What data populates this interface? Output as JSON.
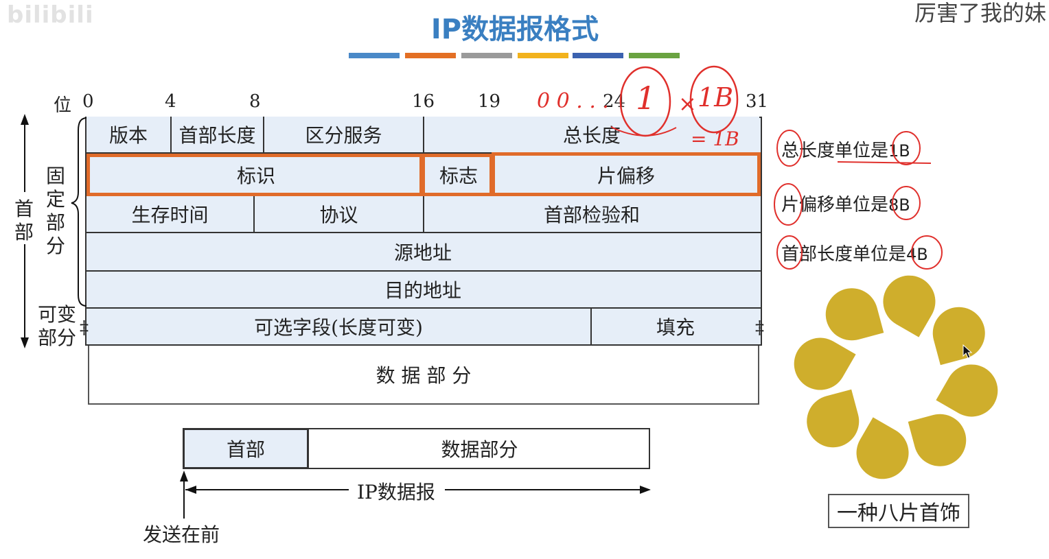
{
  "watermark": "bilibili",
  "corner_text": "厉害了我的妹",
  "title": "IP数据报格式",
  "colors": [
    "#4a89c8",
    "#e36f24",
    "#9a9a9a",
    "#f2b21c",
    "#3b62b0",
    "#6aa341"
  ],
  "bits": {
    "label": "位",
    "ticks": [
      "0",
      "4",
      "8",
      "16",
      "19",
      "24",
      "31"
    ]
  },
  "header_fields": {
    "row1": [
      "版本",
      "首部长度",
      "区分服务",
      "总长度"
    ],
    "row2": [
      "标识",
      "标志",
      "片偏移"
    ],
    "row3": [
      "生存时间",
      "协议",
      "首部检验和"
    ],
    "row4": "源地址",
    "row5": "目的地址",
    "row6": [
      "可选字段(长度可变)",
      "填充"
    ],
    "data": "数 据 部 分"
  },
  "side_labels": {
    "header": "首部",
    "fixed": "固定部分",
    "variable": "可变部分"
  },
  "annotations": {
    "zeros": "0 0 . . .",
    "circled_one": "1",
    "times": "×",
    "one_b": "1B",
    "equals": "= 1B"
  },
  "notes": [
    {
      "text": "总长度单位是",
      "unit": "1B"
    },
    {
      "text": "片偏移单位是",
      "unit": "8B"
    },
    {
      "text": "首部长度单位是",
      "unit": "4B"
    }
  ],
  "datagram": {
    "header": "首部",
    "data": "数据部分",
    "label": "IP数据报",
    "send_first": "发送在前"
  },
  "ornament_label": "一种八片首饰",
  "ornament_color": "#cfae2c",
  "highlight_color": "#e06b2a",
  "pen_color": "#e0302c"
}
